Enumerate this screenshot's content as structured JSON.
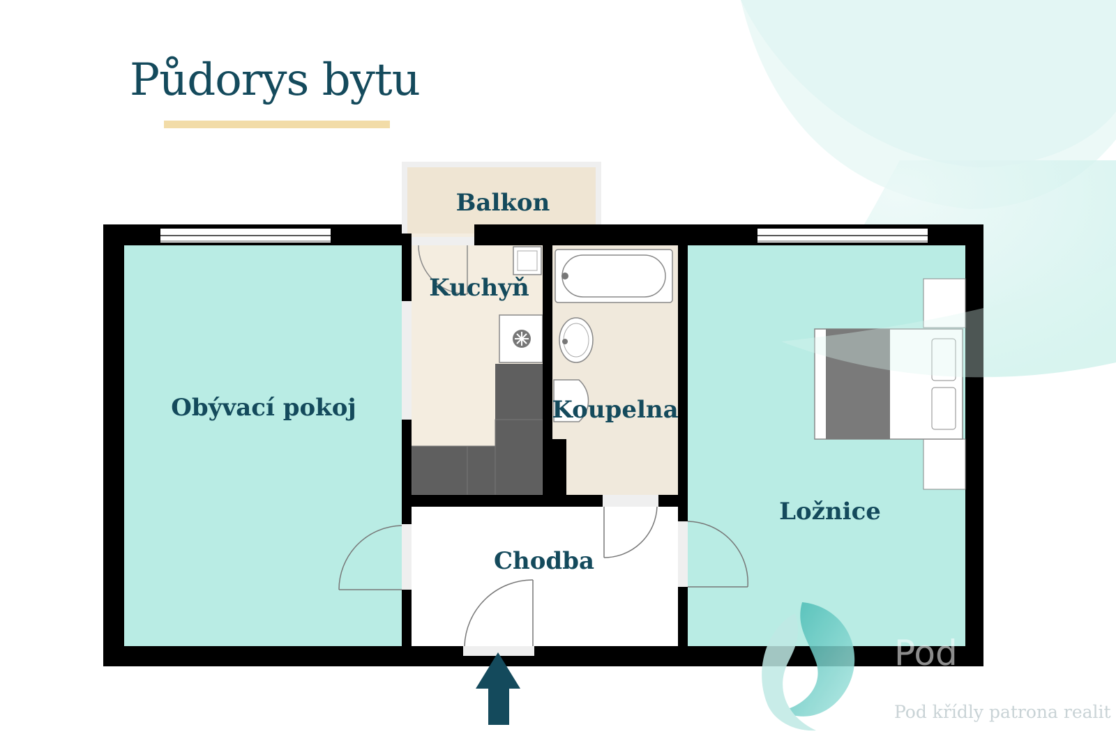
{
  "page": {
    "title": "Půdorys bytu"
  },
  "rooms": {
    "balcony": "Balkon",
    "kitchen": "Kuchyň",
    "bathroom": "Koupelna",
    "living_room": "Obývací pokoj",
    "bedroom": "Ložnice",
    "hallway": "Chodba"
  },
  "branding": {
    "name": "Pod",
    "tagline": "Pod křídly patrona realit"
  },
  "colors": {
    "title": "#144a5c",
    "underline": "#f2dca8",
    "wall": "#000000",
    "living_floor": "#b9ece4",
    "kitchen_floor": "#f4ede0",
    "balcony_floor": "#efe5d3",
    "hallway_floor": "#ffffff",
    "counter": "#5b5b5b",
    "entrance_arrow": "#144a5c"
  },
  "icons": {
    "entrance": "up-arrow-icon",
    "fridge": "snowflake-icon",
    "logo": "leaf-logo-icon"
  }
}
